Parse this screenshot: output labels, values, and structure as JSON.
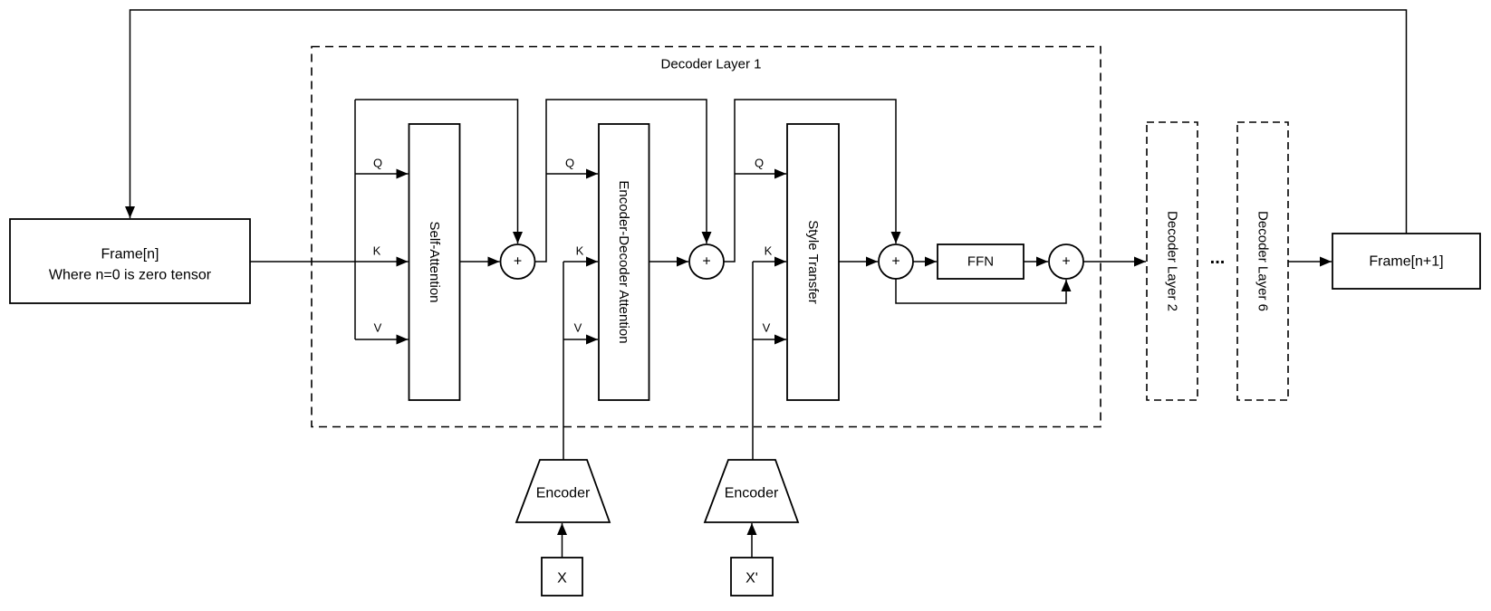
{
  "frame_n": {
    "title": "Frame[n]",
    "subtitle": "Where n=0 is zero tensor"
  },
  "decoder_layer_1": {
    "title": "Decoder Layer 1",
    "blocks": {
      "self_attention": "Self-Attention",
      "encoder_decoder_attention": "Encoder-Decoder Attention",
      "style_transfer": "Style Transfer",
      "ffn": "FFN"
    },
    "ports": {
      "q": "Q",
      "k": "K",
      "v": "V"
    },
    "plus_symbol": "+"
  },
  "encoders": {
    "encoder_1": {
      "label": "Encoder",
      "input": "X"
    },
    "encoder_2": {
      "label": "Encoder",
      "input": "X'"
    }
  },
  "stacked_layers": {
    "decoder_layer_2": "Decoder Layer 2",
    "ellipsis": "...",
    "decoder_layer_6": "Decoder Layer 6"
  },
  "frame_n_plus_1": {
    "title": "Frame[n+1]"
  },
  "colors": {
    "stroke": "#000000",
    "background": "#ffffff"
  }
}
